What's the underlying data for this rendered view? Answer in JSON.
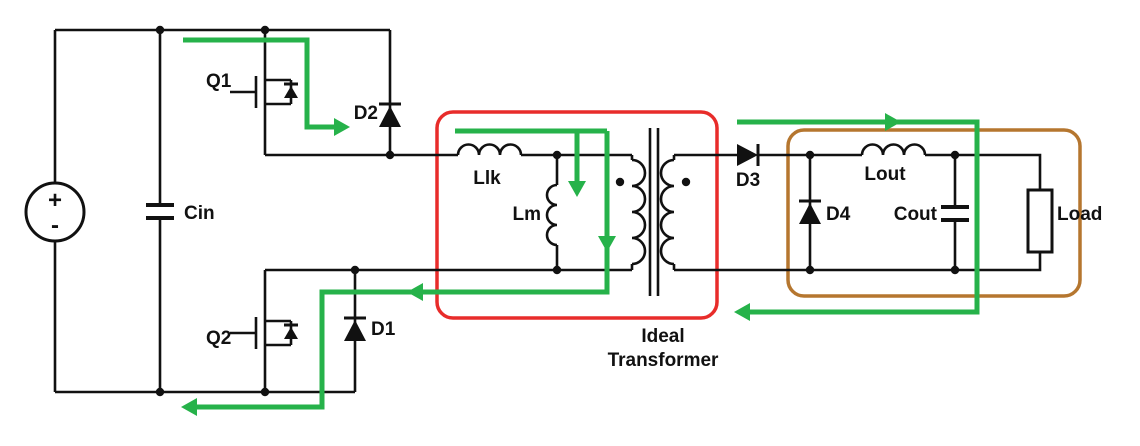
{
  "diagram": {
    "title_lines": [
      "Ideal",
      "Transformer"
    ],
    "source": {
      "plus": "+",
      "minus": "-"
    },
    "labels": {
      "q1": "Q1",
      "q2": "Q2",
      "cin": "Cin",
      "d1": "D1",
      "d2": "D2",
      "llk": "Llk",
      "lm": "Lm",
      "d3": "D3",
      "d4": "D4",
      "lout": "Lout",
      "cout": "Cout",
      "load": "Load"
    },
    "colors": {
      "wire": "#111111",
      "current_path": "#26b24a",
      "transformer_box": "#e82c2a",
      "output_box": "#b5762f",
      "polarity": "#e02020"
    }
  }
}
